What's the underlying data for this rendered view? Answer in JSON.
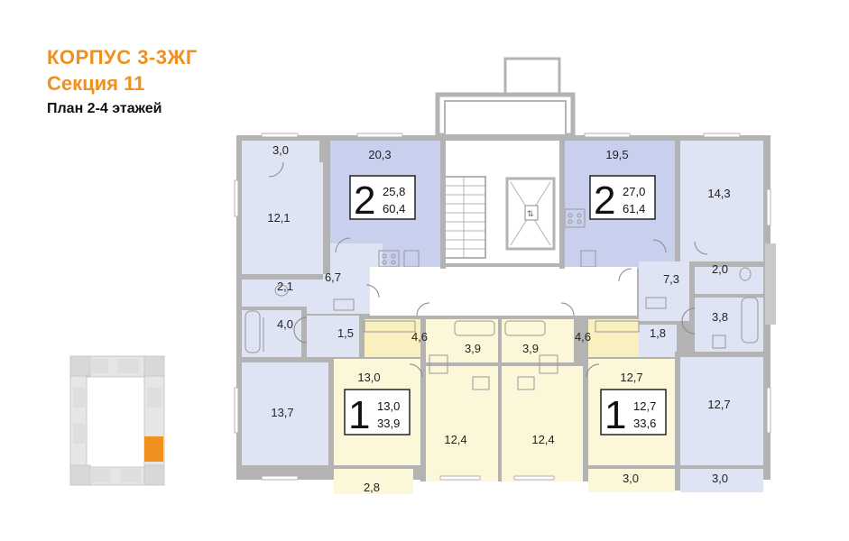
{
  "header": {
    "building": "КОРПУС 3-3ЖГ",
    "section": "Секция 11",
    "plan": "План 2-4 этажей"
  },
  "colors": {
    "accent": "#f0901e",
    "two_room": "#dfe4f5",
    "two_room_dark": "#c9d0ee",
    "one_room": "#fdf7d9",
    "one_room_dark": "#faf0bf",
    "wall": "#b3b3b3",
    "common": "#ffffff"
  },
  "apartments": [
    {
      "id": "apt-2-left",
      "rooms": "2",
      "living": "25,8",
      "total": "60,4"
    },
    {
      "id": "apt-2-right",
      "rooms": "2",
      "living": "27,0",
      "total": "61,4"
    },
    {
      "id": "apt-1-left",
      "rooms": "1",
      "living": "13,0",
      "total": "33,9"
    },
    {
      "id": "apt-1-right",
      "rooms": "1",
      "living": "12,7",
      "total": "33,6"
    }
  ],
  "areas": {
    "balcony_top_left": "3,0",
    "room_20_3": "20,3",
    "room_12_1": "12,1",
    "hall_6_7": "6,7",
    "wc_2_1": "2,1",
    "bath_4_0": "4,0",
    "hall_1_5": "1,5",
    "room_13_7": "13,7",
    "kitchen_13_0": "13,0",
    "hall_4_6_left": "4,6",
    "bath_3_9_left": "3,9",
    "room_12_4_left": "12,4",
    "balcony_2_8": "2,8",
    "room_19_5": "19,5",
    "room_14_3": "14,3",
    "hall_7_3": "7,3",
    "wc_2_0": "2,0",
    "bath_3_8": "3,8",
    "hall_1_8": "1,8",
    "room_12_7_right": "12,7",
    "kitchen_12_7": "12,7",
    "hall_4_6_right": "4,6",
    "bath_3_9_right": "3,9",
    "room_12_4_right": "12,4",
    "balcony_3_0_mid": "3,0",
    "balcony_3_0_right": "3,0"
  }
}
